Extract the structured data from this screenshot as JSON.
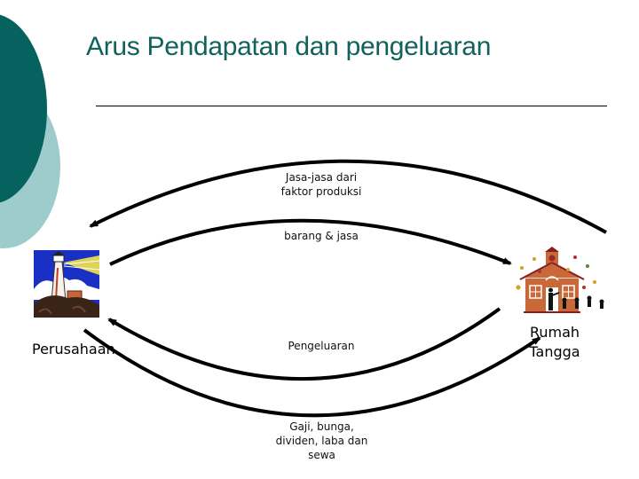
{
  "slide": {
    "title": "Arus Pendapatan dan pengeluaran"
  },
  "theme": {
    "title_color": "#11615d",
    "circle_dark": "#05625e",
    "circle_light": "#9ecbcc",
    "arrow_color": "#000000"
  },
  "diagram": {
    "left_entity": {
      "label": "Perusahaan",
      "icon": "lighthouse-icon"
    },
    "right_entity": {
      "label_line1": "Rumah",
      "label_line2": "Tangga",
      "icon": "schoolhouse-icon"
    },
    "flows": [
      {
        "id": "factor-services",
        "line1": "Jasa-jasa dari",
        "line2": "faktor produksi",
        "direction": "right-to-left"
      },
      {
        "id": "goods-services",
        "line1": "barang & jasa",
        "direction": "left-to-right"
      },
      {
        "id": "expenditure",
        "line1": "Pengeluaran",
        "direction": "right-to-left"
      },
      {
        "id": "income",
        "line1": "Gaji, bunga,",
        "line2": "dividen, laba dan",
        "line3": "sewa",
        "direction": "left-to-right"
      }
    ]
  }
}
